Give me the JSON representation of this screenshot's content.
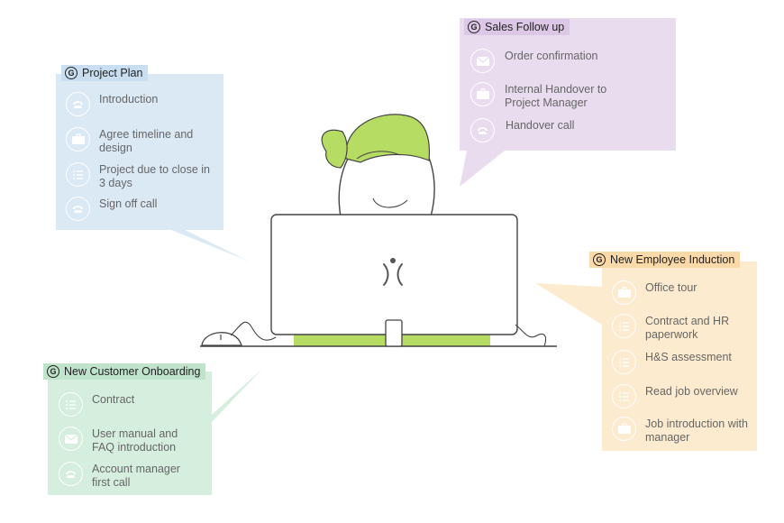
{
  "colors": {
    "blue": "#dbe9f5",
    "purple": "#e8dcee",
    "orange": "#fdebcf",
    "green": "#d6eedd",
    "blue_title": "#c9dff1",
    "purple_title": "#dcc7e6",
    "orange_title": "#fbd9a8",
    "green_title": "#bfe3cb",
    "hair": "#b7dc63",
    "desk": "#b7dc63",
    "line": "#444444"
  },
  "logo_glyph": "G",
  "project_plan": {
    "title": "Project Plan",
    "items": [
      {
        "label": "Introduction",
        "icon": "phone-icon"
      },
      {
        "label": "Agree timeline and design",
        "icon": "briefcase-icon"
      },
      {
        "label": "Project due to close in 3 days",
        "icon": "checklist-icon"
      },
      {
        "label": "Sign off call",
        "icon": "phone-icon"
      }
    ]
  },
  "sales_follow_up": {
    "title": "Sales Follow up",
    "items": [
      {
        "label": "Order confirmation",
        "icon": "envelope-icon"
      },
      {
        "label": "Internal Handover to Project Manager",
        "icon": "briefcase-icon"
      },
      {
        "label": "Handover call",
        "icon": "phone-icon"
      }
    ]
  },
  "new_employee_induction": {
    "title": "New Employee Induction",
    "items": [
      {
        "label": "Office tour",
        "icon": "briefcase-icon"
      },
      {
        "label": "Contract and HR paperwork",
        "icon": "checklist-icon"
      },
      {
        "label": "H&S assessment",
        "icon": "checklist-icon"
      },
      {
        "label": "Read job overview",
        "icon": "checklist-icon"
      },
      {
        "label": "Job introduction with manager",
        "icon": "briefcase-icon"
      }
    ]
  },
  "new_customer_onboarding": {
    "title": "New Customer Onboarding",
    "items": [
      {
        "label": "Contract",
        "icon": "checklist-icon"
      },
      {
        "label": "User manual and FAQ introduction",
        "icon": "envelope-icon"
      },
      {
        "label": "Account manager first call",
        "icon": "phone-icon"
      }
    ]
  }
}
